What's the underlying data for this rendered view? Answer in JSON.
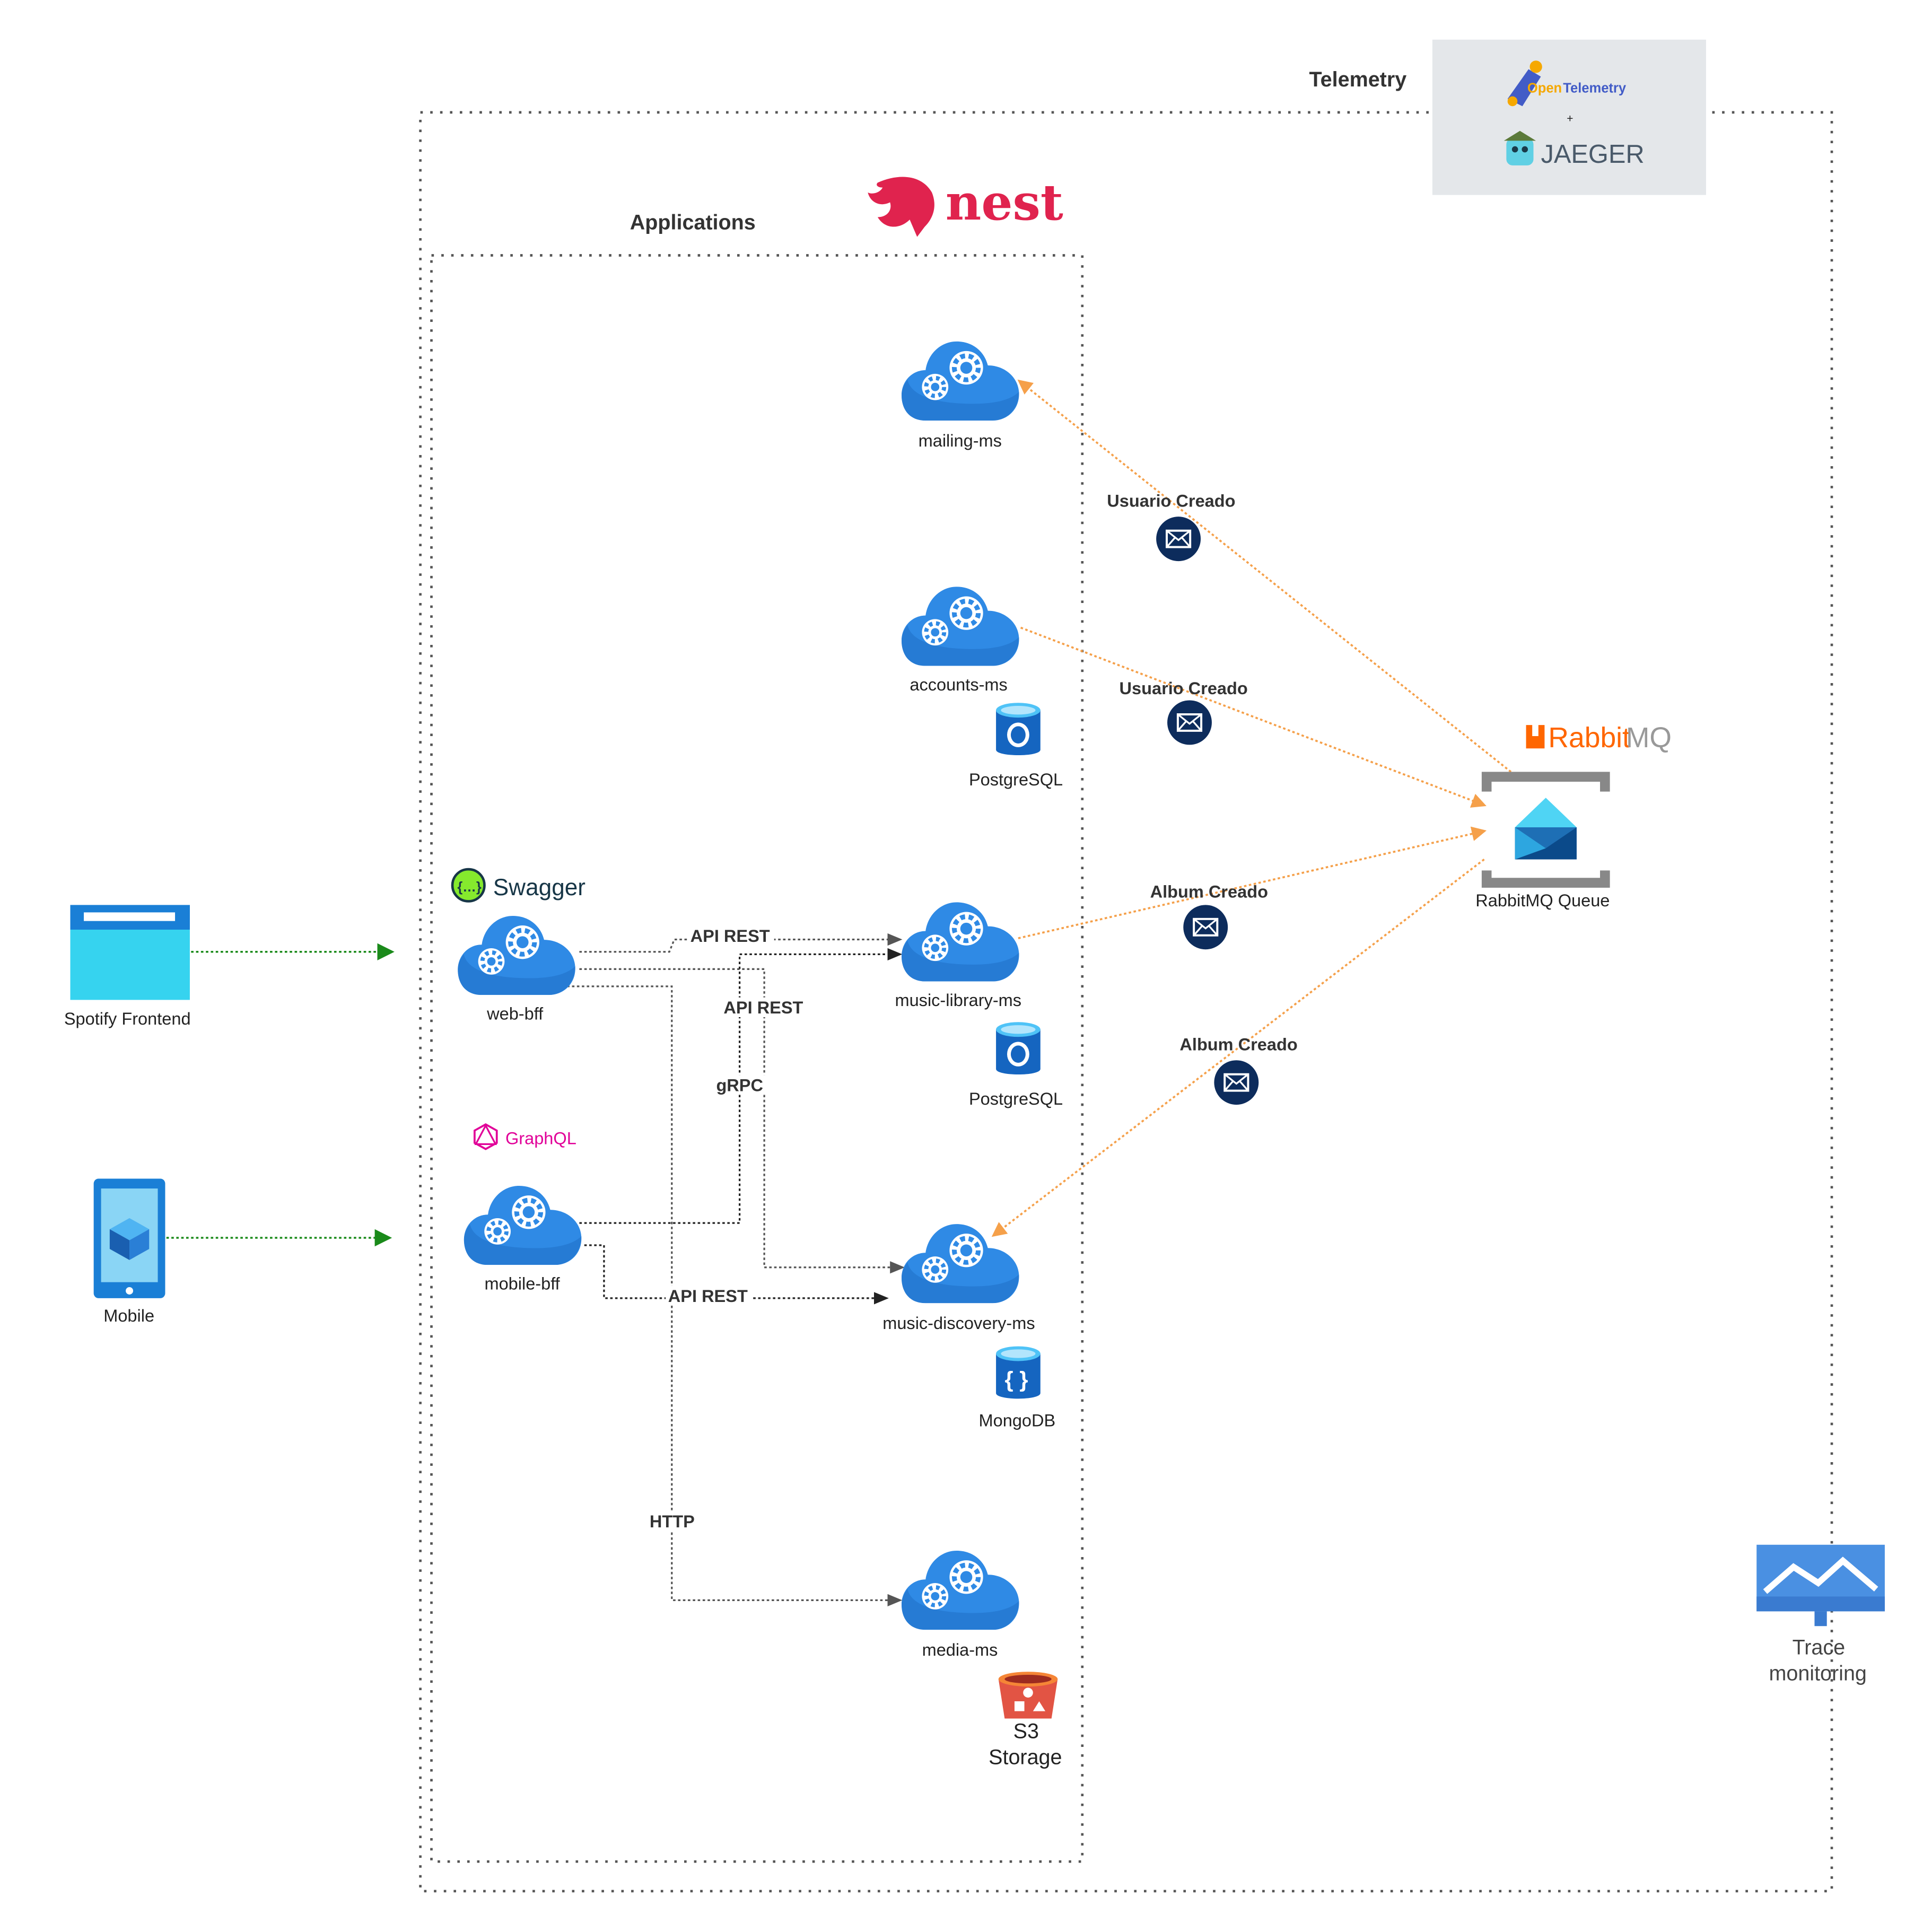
{
  "groups": {
    "telemetry_title": "Telemetry",
    "applications_title": "Applications"
  },
  "logos": {
    "nest": "nest",
    "swagger": "Swagger",
    "graphql": "GraphQL",
    "rabbitmq_rabbit": "Rabbit",
    "rabbitmq_mq": "MQ",
    "opentelemetry_open": "Open",
    "opentelemetry_tel": "Telemetry",
    "plus": "+",
    "jaeger": "JAEGER"
  },
  "clients": {
    "spotify_frontend": "Spotify Frontend",
    "mobile": "Mobile"
  },
  "services": {
    "web_bff": "web-bff",
    "mobile_bff": "mobile-bff",
    "mailing": "mailing-ms",
    "accounts": "accounts-ms",
    "music_library": "music-library-ms",
    "music_discovery": "music-discovery-ms",
    "media": "media-ms"
  },
  "databases": {
    "accounts_db": "PostgreSQL",
    "library_db": "PostgreSQL",
    "discovery_db": "MongoDB",
    "media_storage_line1": "S3",
    "media_storage_line2": "Storage"
  },
  "queue": {
    "name": "RabbitMQ Queue"
  },
  "edges": {
    "web_to_library": "API REST",
    "web_to_discovery": "API REST",
    "mobile_to_library": "gRPC",
    "mobile_to_discovery": "API REST",
    "web_to_media": "HTTP"
  },
  "events": {
    "mailing": "Usuario Creado",
    "accounts": "Usuario Creado",
    "library": "Album Creado",
    "discovery": "Album Creado"
  },
  "monitoring": {
    "line1": "Trace",
    "line2": "monitoring"
  },
  "colors": {
    "cloud": "#2f8ae5",
    "event": "#0d2c5c",
    "async_edge": "#f5a04a",
    "client_edge": "#1a8a1a",
    "nest": "#e0234e",
    "rabbit": "#ff6600"
  }
}
